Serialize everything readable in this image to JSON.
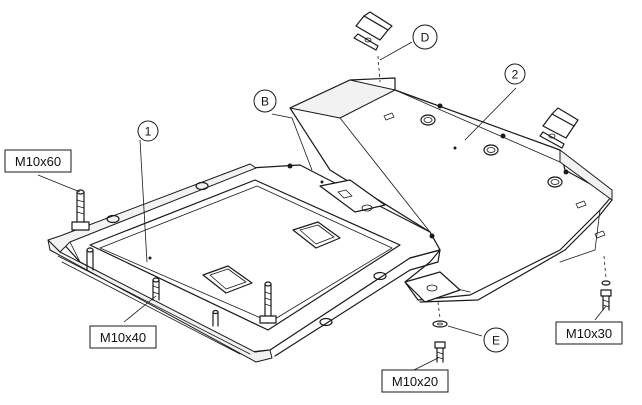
{
  "parts": {
    "part_1": "1",
    "part_2": "2"
  },
  "callouts": {
    "b": "B",
    "d": "D",
    "e": "E"
  },
  "fasteners": {
    "m10x60": "M10x60",
    "m10x40": "M10x40",
    "m10x30": "M10x30",
    "m10x20": "M10x20"
  }
}
